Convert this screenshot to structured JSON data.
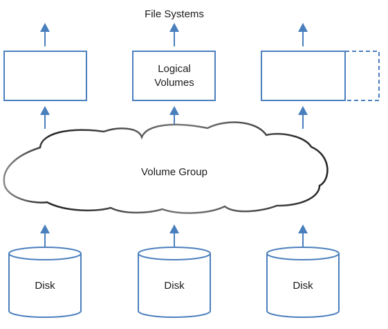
{
  "diagram": {
    "top_label": "File Systems",
    "logical_volumes_label_line1": "Logical",
    "logical_volumes_label_line2": "Volumes",
    "volume_group_label": "Volume Group",
    "disks": [
      {
        "label": "Disk"
      },
      {
        "label": "Disk"
      },
      {
        "label": "Disk"
      }
    ],
    "colors": {
      "accent": "#4a7fbd",
      "cloud_outline": "#333333",
      "text": "#1a1a1a"
    }
  }
}
